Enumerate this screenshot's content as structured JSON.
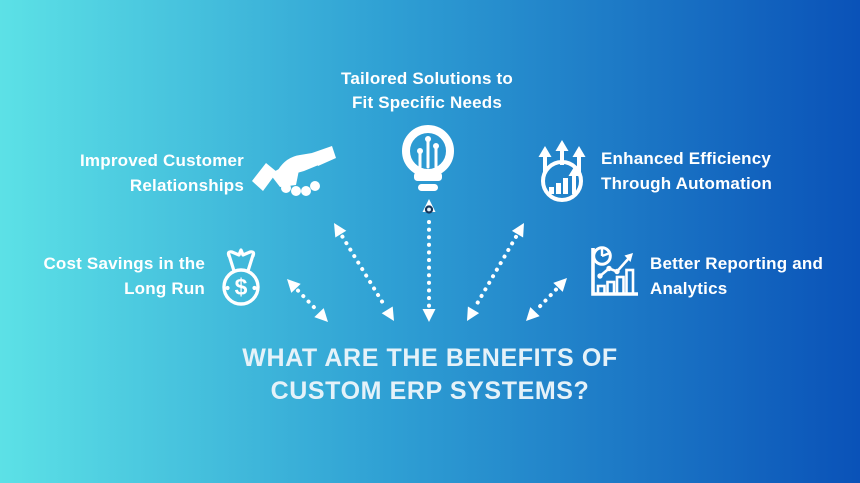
{
  "title": {
    "lines": [
      "WHAT ARE THE BENEFITS OF",
      "CUSTOM ERP SYSTEMS?"
    ]
  },
  "benefits": [
    {
      "id": "tailored-solutions",
      "icon": "lightbulb-circuit-icon",
      "lines": [
        "Tailored Solutions to",
        "Fit Specific Needs"
      ]
    },
    {
      "id": "improved-customer",
      "icon": "handshake-icon",
      "lines": [
        "Improved Customer",
        "Relationships"
      ]
    },
    {
      "id": "enhanced-efficiency",
      "icon": "growth-arrows-icon",
      "lines": [
        "Enhanced Efficiency",
        "Through Automation"
      ]
    },
    {
      "id": "cost-savings",
      "icon": "money-bag-icon",
      "lines": [
        "Cost Savings in the",
        "Long Run"
      ]
    },
    {
      "id": "better-reporting",
      "icon": "analytics-chart-icon",
      "lines": [
        "Better Reporting and",
        "Analytics"
      ]
    }
  ],
  "colors": {
    "gradient_left": "#5CE1E6",
    "gradient_right": "#0A52B8",
    "label_text": "#FFFFFF",
    "title_text": "#E5F2F9",
    "icon": "#FFFFFF"
  }
}
